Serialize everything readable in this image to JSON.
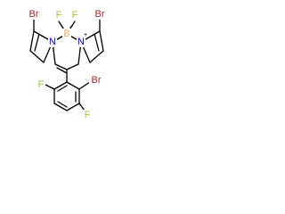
{
  "atoms": {
    "br_left": "Br",
    "f_left": "F",
    "f_right": "F",
    "br_right": "Br",
    "n_left": "N",
    "b_center": "B",
    "n_right": "N",
    "br_aryl": "Br",
    "f_aryl_left": "F",
    "f_aryl_bottom": "F"
  },
  "charges": {
    "boron": "−",
    "nitrogen": "+"
  },
  "colors": {
    "bromine": "#a52a2a",
    "fluorine": "#9acd32",
    "nitrogen": "#0000ff",
    "boron": "#f4a460",
    "bond": "#000000"
  }
}
